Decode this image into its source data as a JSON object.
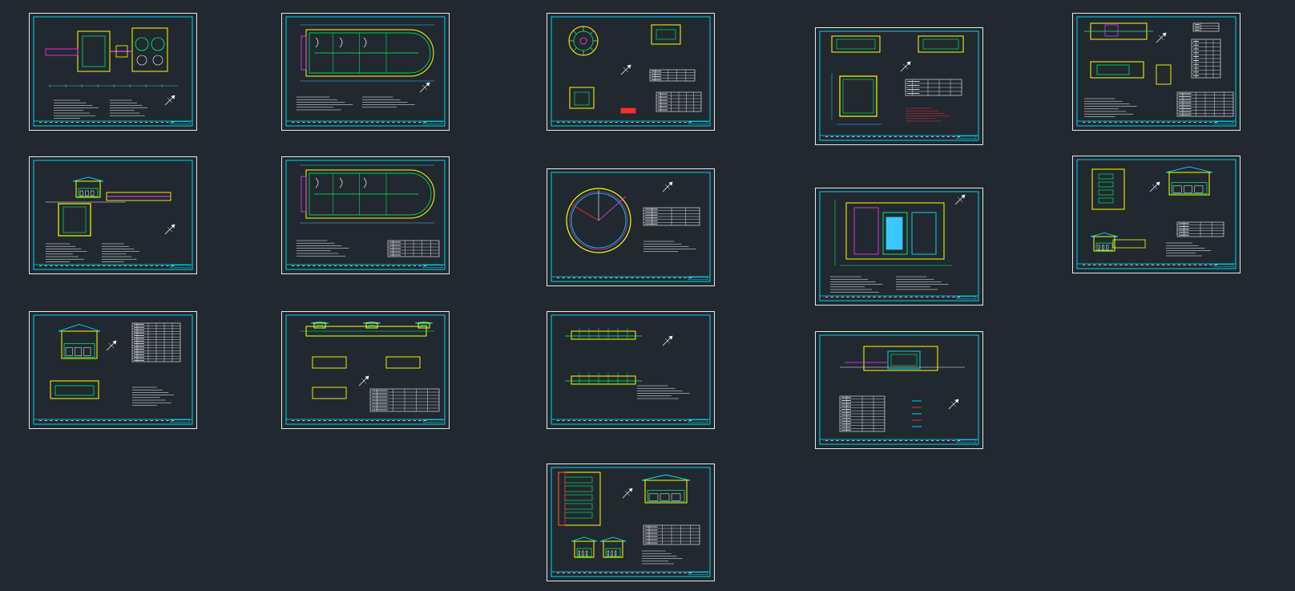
{
  "canvas": {
    "background": "#212830",
    "sheet_count": 15
  },
  "colors": {
    "frame": "#00e5ff",
    "sheet_border": "#e8e8e8",
    "structure": "#ffff00",
    "pipe": "#00ff66",
    "annotation": "#ff3aff",
    "text": "#ffffff",
    "highlight": "#ff2a2a",
    "dimension": "#38c8ff"
  },
  "sheets": [
    {
      "id": "s1",
      "kind": "plan"
    },
    {
      "id": "s2",
      "kind": "tank-plan"
    },
    {
      "id": "s3",
      "kind": "circular-details"
    },
    {
      "id": "s4",
      "kind": "tank-plan-square"
    },
    {
      "id": "s5",
      "kind": "section-with-tables"
    },
    {
      "id": "s6",
      "kind": "section"
    },
    {
      "id": "s7",
      "kind": "tank-plan"
    },
    {
      "id": "s8",
      "kind": "circle-plan"
    },
    {
      "id": "s9",
      "kind": "building-plan"
    },
    {
      "id": "s10",
      "kind": "pavilion-details"
    },
    {
      "id": "s11",
      "kind": "pavilion-section"
    },
    {
      "id": "s12",
      "kind": "long-section"
    },
    {
      "id": "s13",
      "kind": "sections"
    },
    {
      "id": "s14",
      "kind": "elevation"
    },
    {
      "id": "s15",
      "kind": "pavilion-details"
    }
  ]
}
